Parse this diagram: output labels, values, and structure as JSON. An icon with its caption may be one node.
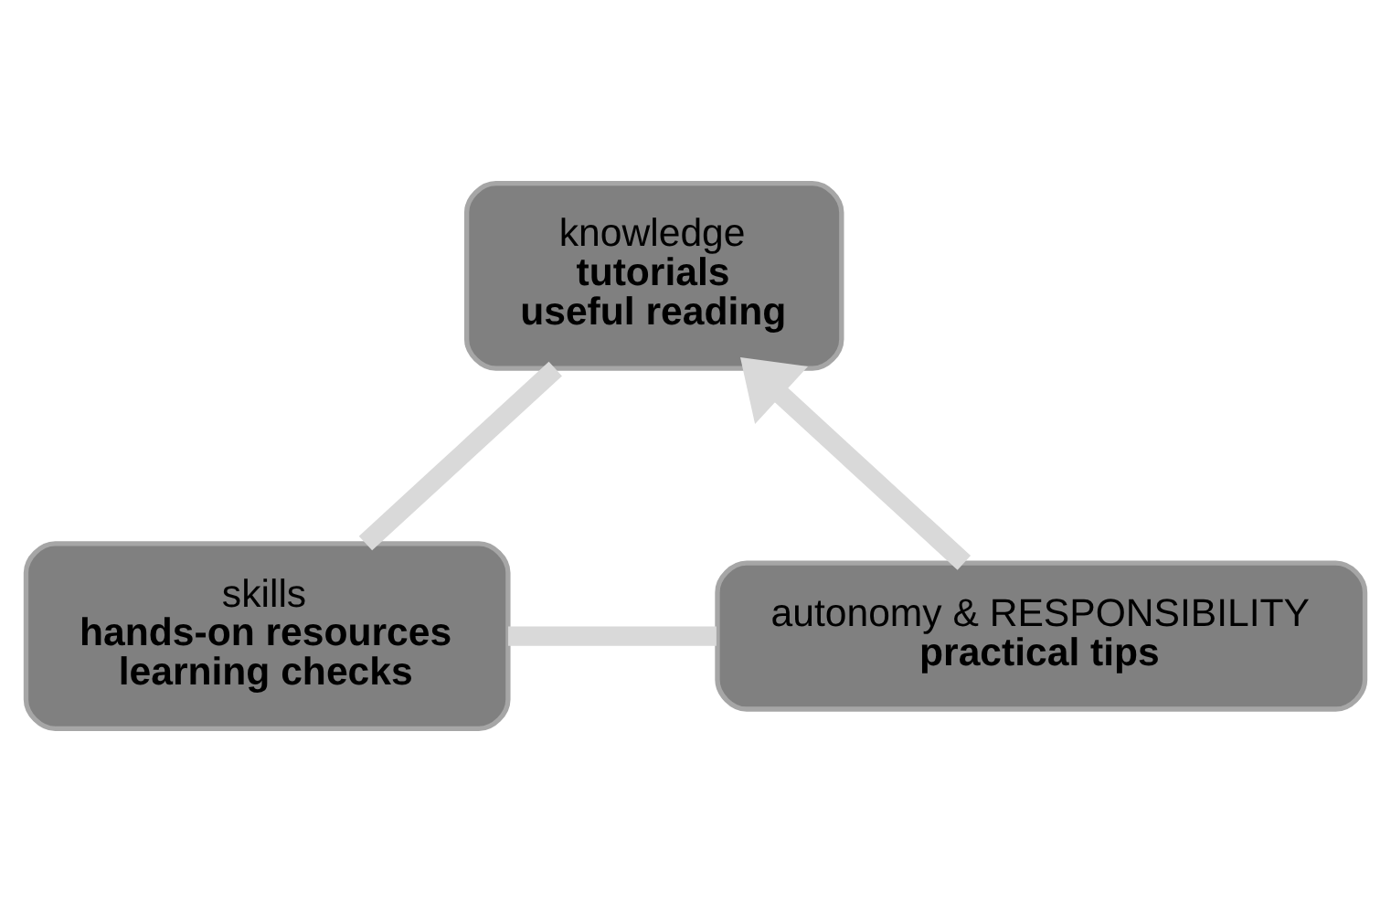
{
  "diagram": {
    "nodes": [
      {
        "text": [
          "knowledge",
          "tutorials",
          "useful reading"
        ]
      },
      {
        "text": [
          "skills",
          "hands-on resources",
          "learning checks"
        ]
      },
      {
        "text": [
          "autonomy & RESPONSIBILITY",
          "practical tips"
        ]
      }
    ],
    "edges": [
      {
        "from": 0,
        "to": 1,
        "arrow": "none"
      },
      {
        "from": 1,
        "to": 2,
        "arrow": "none"
      },
      {
        "from": 2,
        "to": 0,
        "arrow": "to"
      }
    ]
  }
}
